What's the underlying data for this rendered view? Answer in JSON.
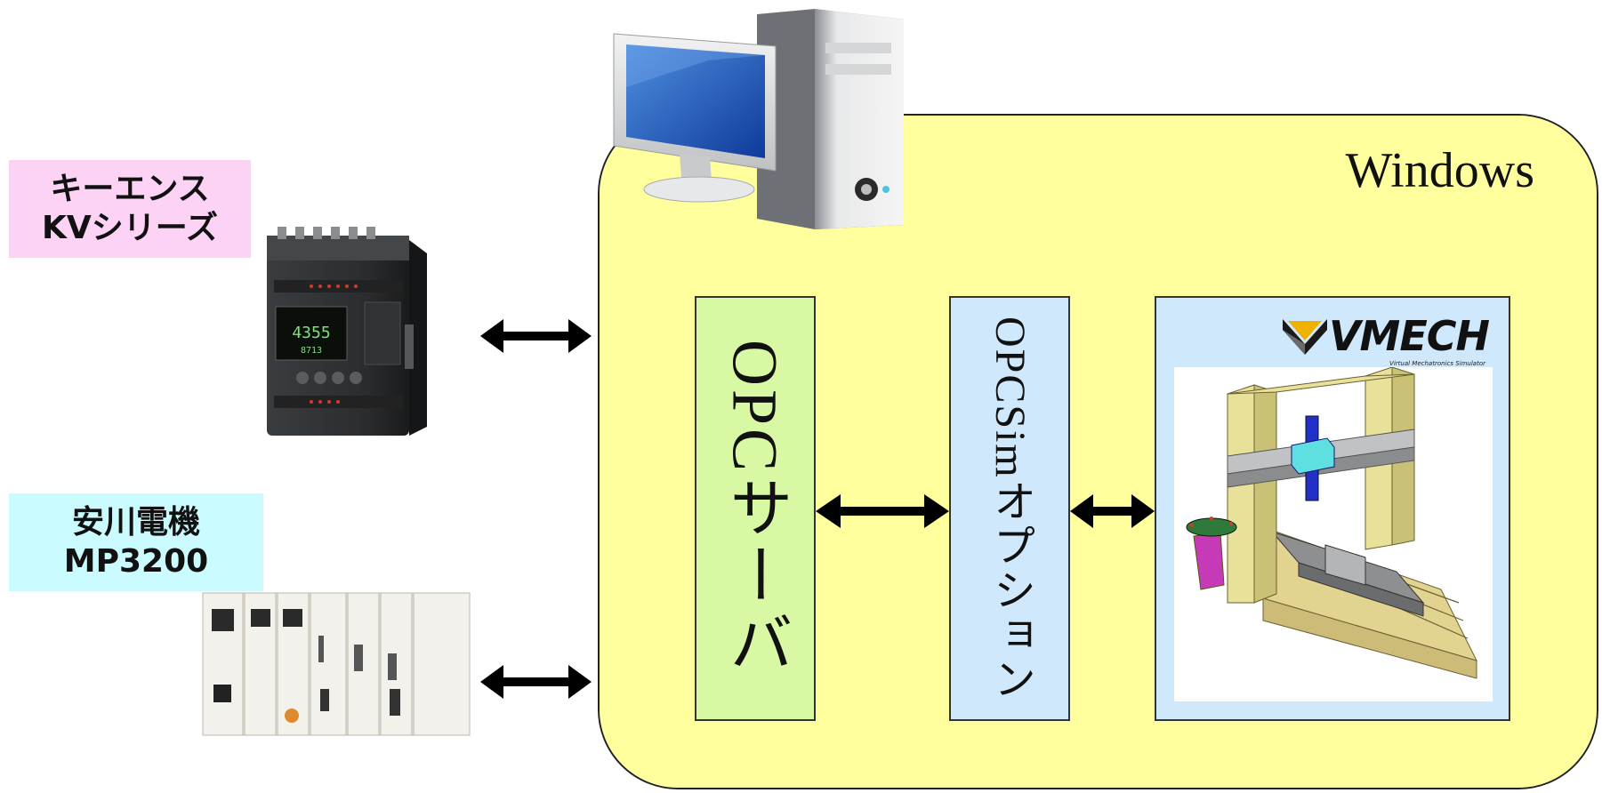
{
  "labels": {
    "keyence_line1": "キーエンス",
    "keyence_line2": "KVシリーズ",
    "yaskawa_line1": "安川電機",
    "yaskawa_line2": "MP3200"
  },
  "windows": {
    "title": "Windows",
    "opc_server": "OPCサーバ",
    "opcsim_option": "OPCSimオプション",
    "vmech_logo": "VMECH",
    "vmech_subtitle": "Virtual Mechatronics Simulator"
  },
  "colors": {
    "keyence_label_bg": "#fcd2f5",
    "yaskawa_label_bg": "#c9fbff",
    "windows_bg": "#ffff9e",
    "opc_server_bg": "#d8f8a4",
    "opcsim_bg": "#cfe8fb",
    "vmech_bg": "#cfe8fb"
  },
  "icons": [
    "plc-keyence-image",
    "plc-yaskawa-image",
    "desktop-computer-icon",
    "vmech-logo-icon",
    "gantry-machine-image",
    "double-arrow-icon"
  ]
}
